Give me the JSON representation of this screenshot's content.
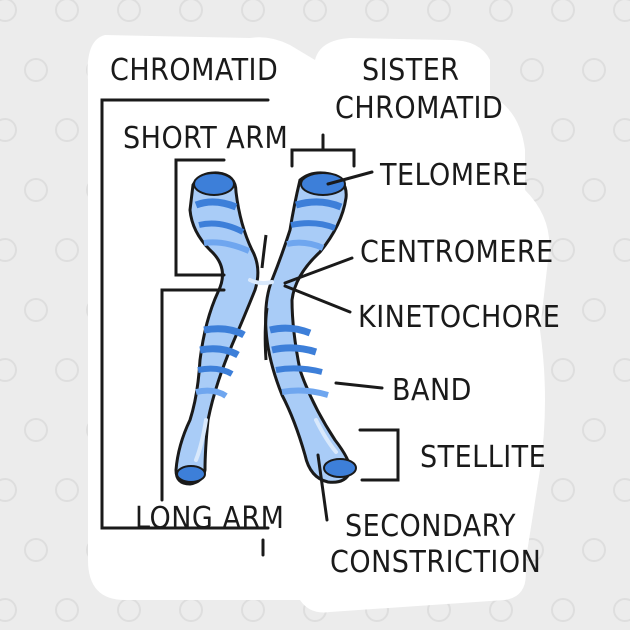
{
  "labels": {
    "chromatid": "CHROMATID",
    "short_arm": "SHORT ARM",
    "long_arm": "LONG ARM",
    "sister_chromatid_line1": "SISTER",
    "sister_chromatid_line2": "CHROMATID",
    "telomere": "TELOMERE",
    "centromere": "CENTROMERE",
    "kinetochore": "KINETOCHORE",
    "band": "BAND",
    "stellite": "STELLITE",
    "secondary_constriction_line1": "SECONDARY",
    "secondary_constriction_line2": "CONSTRICTION"
  },
  "colors": {
    "background": "#ececec",
    "sticker": "#ffffff",
    "outline": "#1a1a1a",
    "chromosome_light": "#a9ccf7",
    "chromosome_mid": "#6fa6ef",
    "chromosome_band": "#3d7fd9",
    "chromosome_highlight": "#d9e9fc"
  },
  "icons": {
    "watermark": "redbubble-logo-icon",
    "chromosome": "chromosome-icon"
  }
}
